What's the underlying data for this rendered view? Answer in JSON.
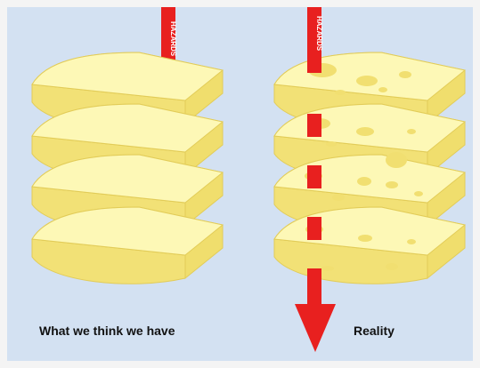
{
  "labels": {
    "arrow_text": "HAZARDS",
    "left_caption": "What we think we have",
    "right_caption": "Reality"
  },
  "colors": {
    "background": "#d3e1f2",
    "frame": "#f4f4f4",
    "cheese_top": "#fdf8b6",
    "cheese_side": "#f2e176",
    "cheese_outline": "#e2cc58",
    "hole": "#f1df71",
    "arrow": "#e8201f"
  }
}
